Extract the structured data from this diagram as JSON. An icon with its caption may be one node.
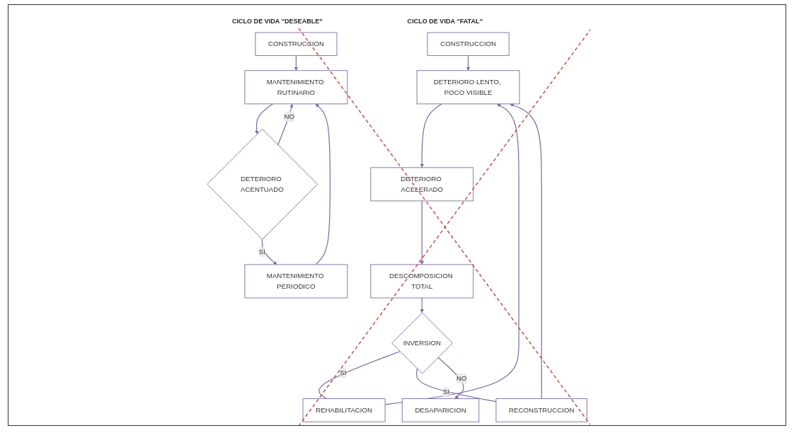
{
  "diagram": {
    "nodes": [
      {
        "text": [
          "CONSTRUCCION"
        ]
      },
      {
        "text": [
          "DETERIORO LENTO, POCO VISIBLE"
        ]
      },
      {
        "text": [
          "DETERIORO ACELERADO"
        ]
      },
      {
        "text": [
          "DESCOMPOSICION TOTAL"
        ]
      },
      {
        "text": [
          "REHABILITACION"
        ]
      },
      {
        "text": [
          "RECONSTRUCCION"
        ]
      },
      {
        "text": [
          "INVERSION"
        ]
      },
      {
        "text": [
          "DESAPARICION"
        ]
      },
      {
        "text": [
          "CONSTRUCCION"
        ]
      },
      {
        "text": [
          "MANTENIMIENTO RUTINARIO"
        ]
      },
      {
        "text": [
          "DETERIORO ACENTUADO"
        ]
      },
      {
        "text": [
          "MANTENIMIENTO PERIODICO"
        ]
      }
    ],
    "edges": [
      {
        "from": 0,
        "to": 1,
        "arrow": "to"
      },
      {
        "from": 1,
        "to": 2,
        "arrow": "to"
      },
      {
        "from": 2,
        "to": 3,
        "arrow": "to"
      },
      {
        "from": 3,
        "to": 6,
        "arrow": "to"
      },
      {
        "from": 6,
        "to": 4,
        "label": "SI",
        "arrow": "none"
      },
      {
        "from": 4,
        "to": 1,
        "arrow": "to"
      },
      {
        "from": 6,
        "to": 5,
        "label": "SI",
        "arrow": "none"
      },
      {
        "from": 5,
        "to": 1,
        "arrow": "to"
      },
      {
        "from": 6,
        "to": 7,
        "label": "NO",
        "arrow": "to"
      },
      {
        "from": 8,
        "to": 9,
        "arrow": "to"
      },
      {
        "from": 9,
        "to": 10,
        "arrow": "to"
      },
      {
        "from": 10,
        "to": 9,
        "label": "NO",
        "arrow": "to"
      },
      {
        "from": 10,
        "to": 11,
        "label": "SI",
        "arrow": "to"
      },
      {
        "from": 11,
        "to": 9,
        "arrow": "to"
      }
    ],
    "labels": [
      "CICLO DE VIDA “FATAL”",
      "CICLO DE VIDA “DESEABLE”"
    ]
  }
}
